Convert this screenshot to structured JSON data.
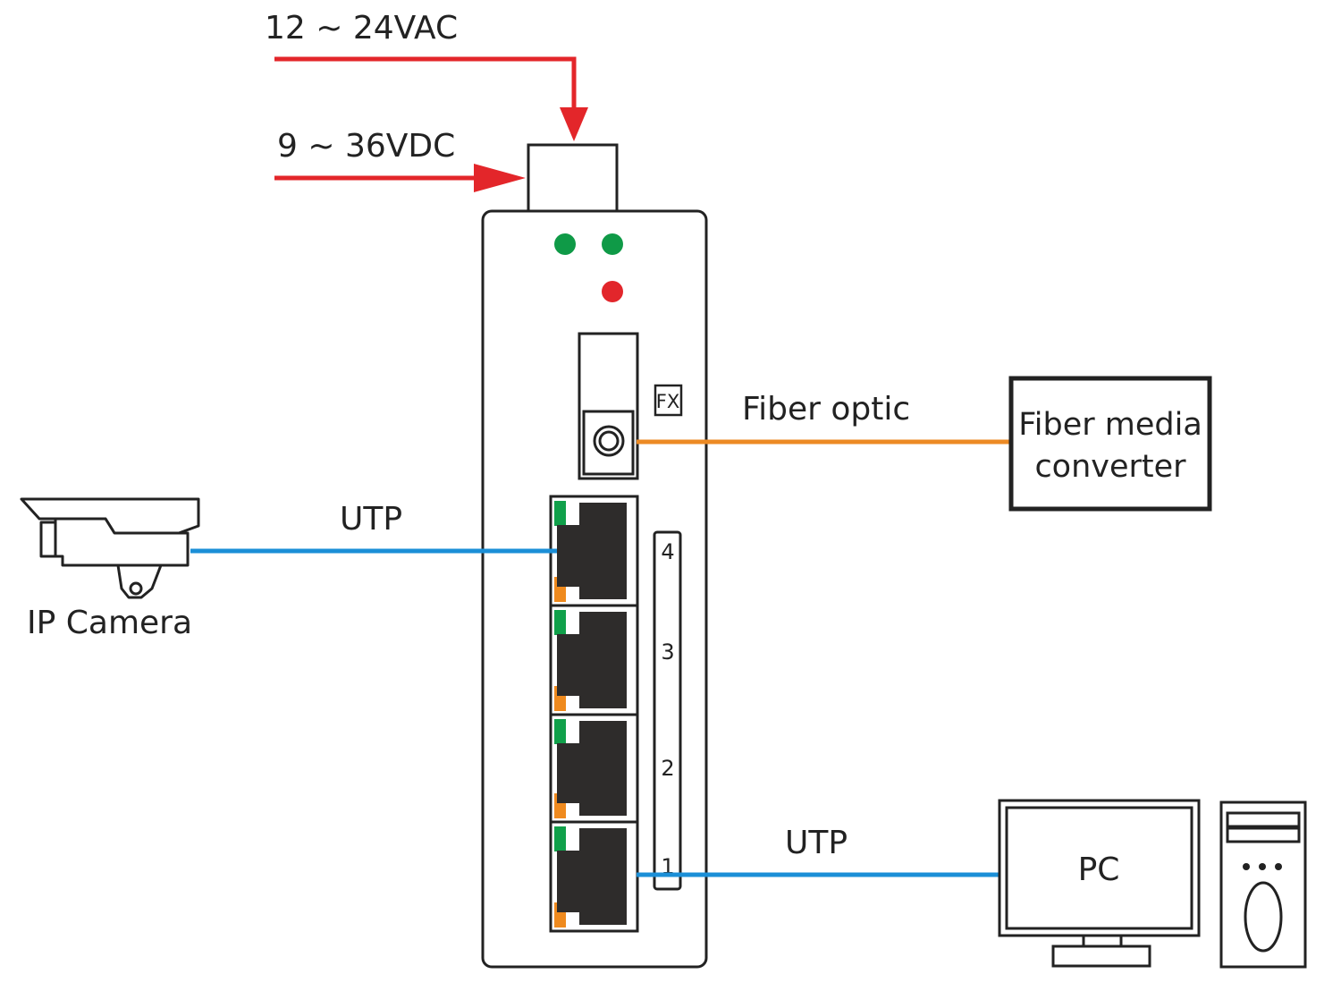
{
  "power": {
    "ac_label": "12 ~ 24VAC",
    "dc_label": "9 ~ 36VDC"
  },
  "fiber": {
    "link_label": "Fiber optic",
    "port_label": "FX",
    "converter_line1": "Fiber media",
    "converter_line2": "converter"
  },
  "camera": {
    "label": "IP Camera",
    "link_label": "UTP"
  },
  "pc": {
    "label": "PC",
    "link_label": "UTP"
  },
  "ports": {
    "numbers": [
      "4",
      "3",
      "2",
      "1"
    ]
  },
  "colors": {
    "power_line": "#e3262a",
    "utp_line": "#1b8fd7",
    "fiber_line": "#ec8a24",
    "led_green": "#0f9a47",
    "led_red": "#e2262b",
    "port_led_green": "#10a04a",
    "port_led_orange": "#ef8a1e"
  },
  "icons": [
    "switch-icon",
    "camera-icon",
    "monitor-icon",
    "tower-icon",
    "fiber-connector-icon",
    "rj45-port-icon"
  ]
}
